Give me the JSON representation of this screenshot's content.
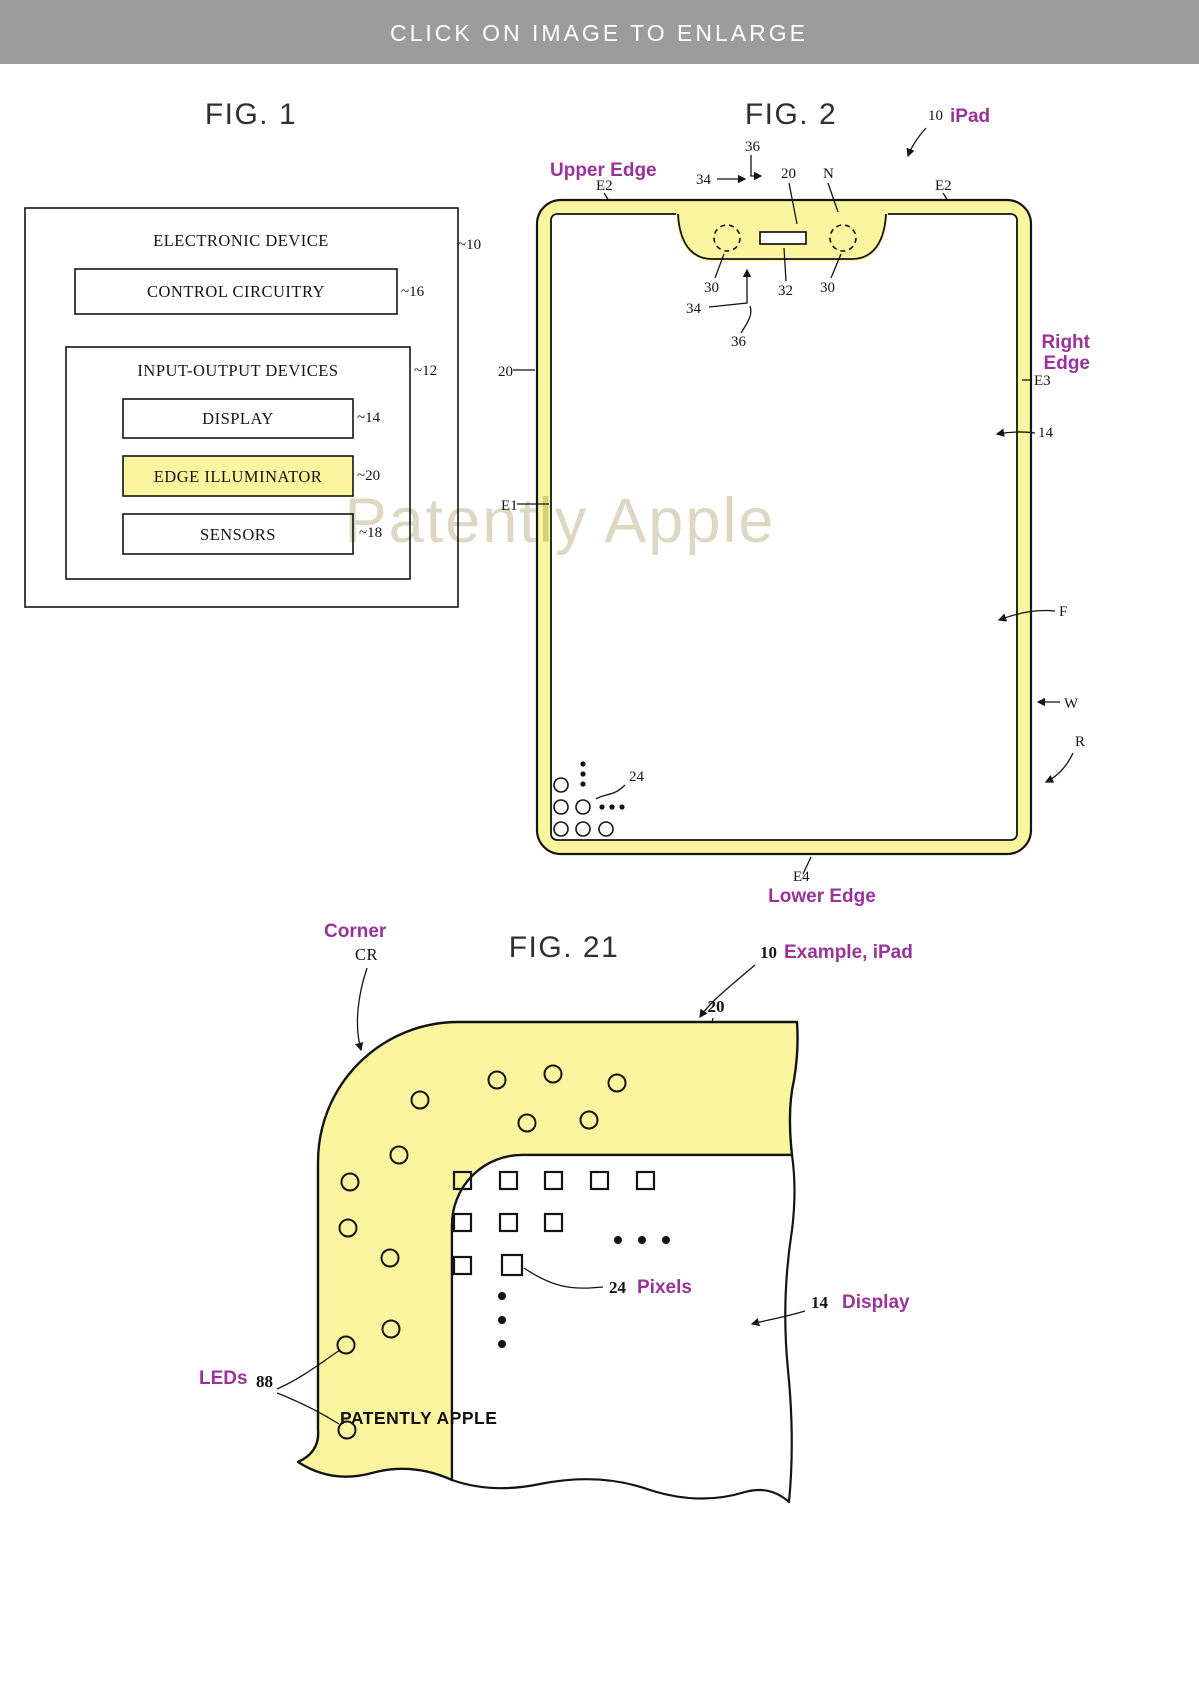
{
  "banner": {
    "text": "CLICK ON IMAGE TO ENLARGE"
  },
  "watermark": {
    "text": "Patently Apple"
  },
  "fig1": {
    "title": "FIG. 1",
    "device": {
      "label": "ELECTRONIC DEVICE",
      "ref": "~10"
    },
    "control": {
      "label": "CONTROL CIRCUITRY",
      "ref": "~16"
    },
    "io": {
      "label": "INPUT-OUTPUT DEVICES",
      "ref": "~12"
    },
    "display": {
      "label": "DISPLAY",
      "ref": "~14"
    },
    "edge": {
      "label": "EDGE ILLUMINATOR",
      "ref": "~20"
    },
    "sensors": {
      "label": "SENSORS",
      "ref": "~18"
    }
  },
  "fig2": {
    "title": "FIG. 2",
    "labels": {
      "ref10": "10",
      "ipad": "iPad",
      "upper_edge": "Upper Edge",
      "lower_edge": "Lower Edge",
      "right_line1": "Right",
      "right_line2": "Edge",
      "e1": "E1",
      "e2_left": "E2",
      "e2_right": "E2",
      "e3": "E3",
      "e4": "E4",
      "n": "N",
      "f": "F",
      "w": "W",
      "r": "R",
      "top36": "36",
      "top34": "34",
      "top20": "20",
      "left20": "20",
      "cam30_left": "30",
      "cam30_right": "30",
      "speaker32": "32",
      "bot34": "34",
      "bot36": "36",
      "ref14": "14",
      "ref24": "24"
    }
  },
  "fig21": {
    "title": "FIG. 21",
    "labels": {
      "corner": "Corner",
      "cr": "CR",
      "ref10": "10",
      "example": "Example, iPad",
      "ref20": "20",
      "ref24": "24",
      "pixels": "Pixels",
      "ref14": "14",
      "display": "Display",
      "leds": "LEDs",
      "ref88": "88",
      "footer": "PATENTLY APPLE"
    }
  },
  "colors": {
    "accent_purple": "#993399",
    "highlight_yellow": "#fbf5a0",
    "banner_gray": "#9c9c9c",
    "watermark": "#d9d4bd",
    "line": "#141414"
  }
}
